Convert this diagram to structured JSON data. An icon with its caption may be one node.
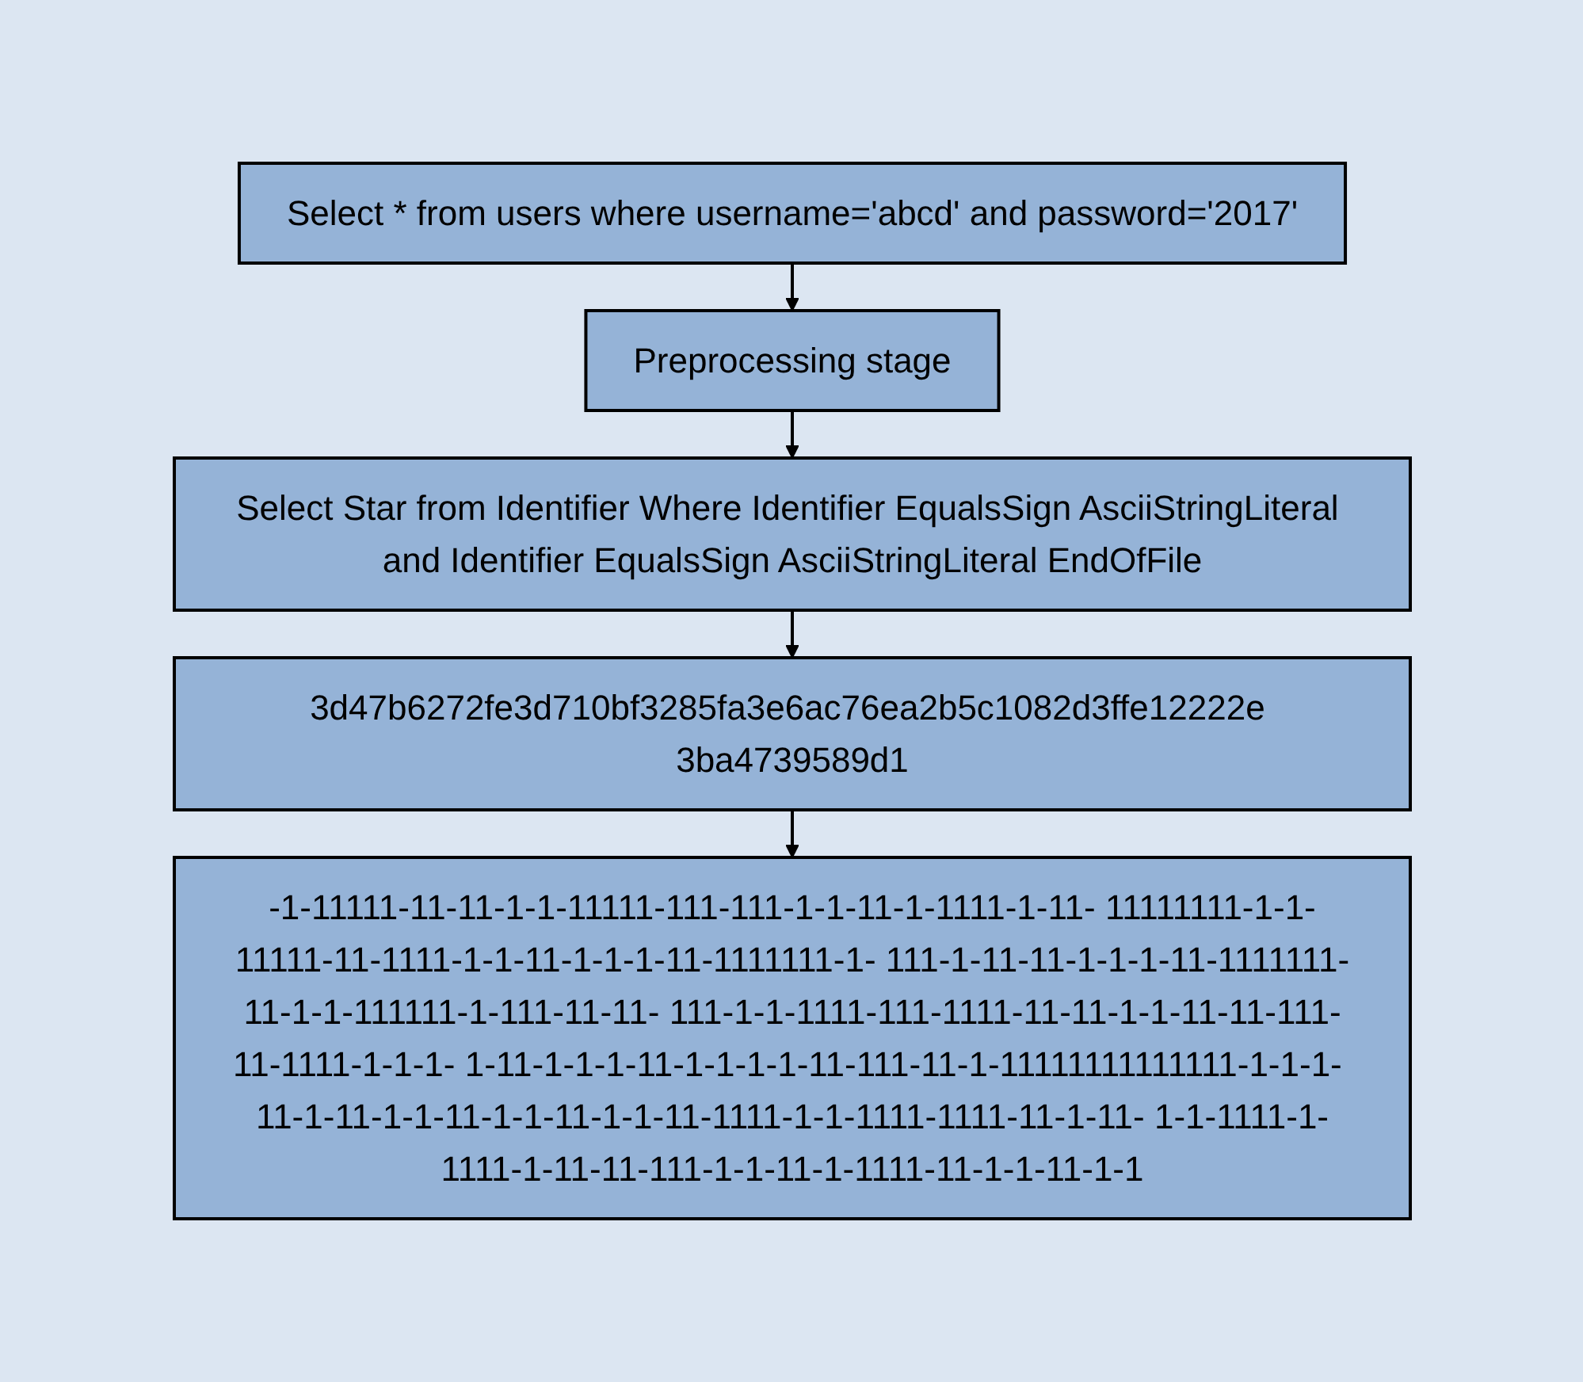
{
  "diagram": {
    "nodes": [
      {
        "text": [
          "Select * from users where username='abcd' and password='2017'"
        ]
      },
      {
        "text": [
          "Preprocessing stage"
        ]
      },
      {
        "text": [
          "Select Star from Identifier Where Identifier EqualsSign AsciiStringLiteral and Identifier EqualsSign AsciiStringLiteral EndOfFile"
        ]
      },
      {
        "text": [
          "3d47b6272fe3d710bf3285fa3e6ac76ea2b5c1082d3ffe12222e 3ba4739589d1"
        ]
      },
      {
        "text": [
          "-1-11111-11-11-1-1-11111-111-111-1-1-11-1-1111-1-11- 11111111-1-1-11111-11-1111-1-1-11-1-1-1-11-1111111-1- 111-1-11-11-1-1-1-11-1111111-11-1-1-111111-1-111-11-11- 111-1-1-1111-111-1111-11-11-1-1-11-11-111-11-1111-1-1-1- 1-11-1-1-1-11-1-1-1-1-11-111-11-1-11111111111111-1-1-1- 11-1-11-1-1-11-1-1-11-1-1-11-1111-1-1-1111-1111-11-1-11- 1-1-1111-1-1111-1-11-11-111-1-1-11-1-1111-11-1-1-11-1-1"
        ]
      }
    ],
    "edges": [
      {
        "from": 0,
        "to": 1,
        "arrow": "to"
      },
      {
        "from": 1,
        "to": 2,
        "arrow": "to"
      },
      {
        "from": 2,
        "to": 3,
        "arrow": "to"
      },
      {
        "from": 3,
        "to": 4,
        "arrow": "to"
      }
    ]
  }
}
